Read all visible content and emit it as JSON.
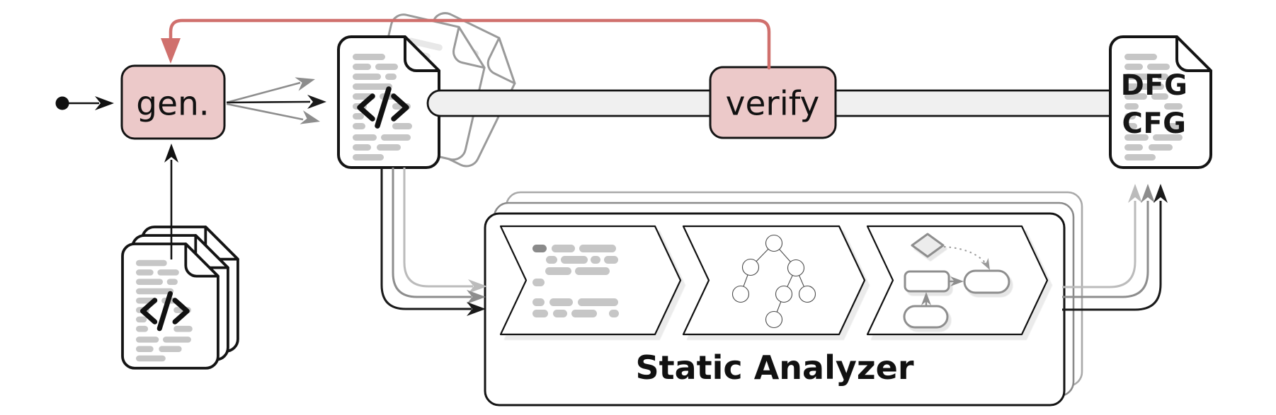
{
  "figure": {
    "type": "pipeline-diagram",
    "nodes": {
      "generator": {
        "label": "gen."
      },
      "verifier": {
        "label": "verify"
      },
      "analyzer": {
        "label": "Static Analyzer"
      },
      "output_document": {
        "line1": "DFG",
        "line2": "CFG"
      }
    },
    "icons": {
      "start": "filled-circle-start-node",
      "candidate_code_file": "code-document-</>",
      "input_code_stack": "stacked-code-documents-</>",
      "ghost_code_files": "fanned-document-outlines",
      "output_document": "document-folded-corner",
      "analyzer_stage_1": "source-code-lines",
      "analyzer_stage_2": "ast-tree",
      "analyzer_stage_3": "control-flow-graph"
    },
    "colors": {
      "node_fill": "#ecc9c9",
      "node_border": "#141414",
      "feedback_red": "#d0706d",
      "pipe_fill": "#f0f0f0",
      "stream_light": "#bbbbbb",
      "stream_mid": "#8d8d8d",
      "stream_dark": "#1a1a1a",
      "code_bar": "#c6c6c6",
      "code_bar_dark": "#8a8a8a",
      "shape_gray": "#8e8e8e",
      "ghost_gray": "#9a9a9a"
    }
  }
}
